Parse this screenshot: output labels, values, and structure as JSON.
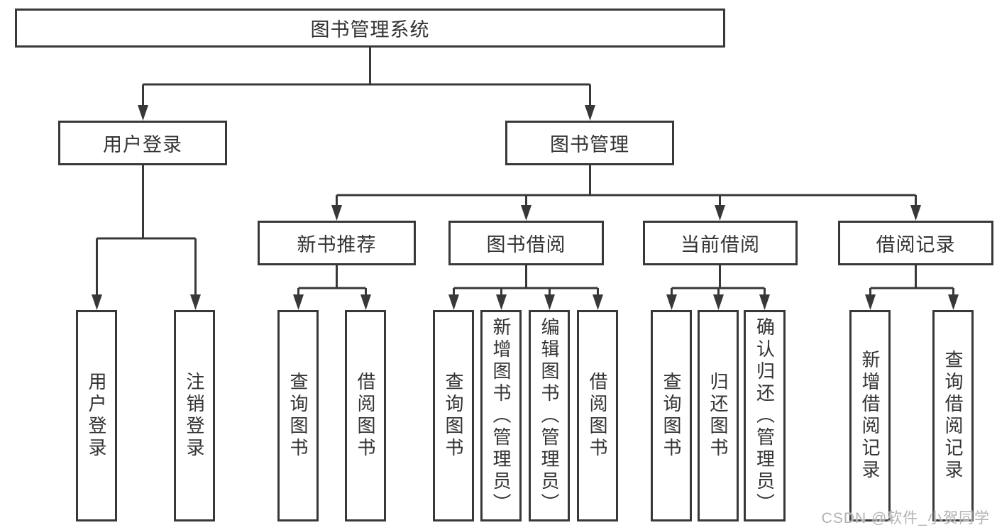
{
  "diagram": {
    "type": "tree",
    "orientation": "top-down",
    "colors": {
      "line": "#383838",
      "text": "#333333",
      "background": "#ffffff",
      "watermark": "#b3b3b3"
    }
  },
  "tree": {
    "label": "图书管理系统",
    "children": [
      {
        "label": "用户登录",
        "children": [
          {
            "label": "用户登录"
          },
          {
            "label": "注销登录"
          }
        ]
      },
      {
        "label": "图书管理",
        "children": [
          {
            "label": "新书推荐",
            "children": [
              {
                "label": "查询图书"
              },
              {
                "label": "借阅图书"
              }
            ]
          },
          {
            "label": "图书借阅",
            "children": [
              {
                "label": "查询图书"
              },
              {
                "label": "新增图书（管理员）"
              },
              {
                "label": "编辑图书（管理员）"
              },
              {
                "label": "借阅图书"
              }
            ]
          },
          {
            "label": "当前借阅",
            "children": [
              {
                "label": "查询图书"
              },
              {
                "label": "归还图书"
              },
              {
                "label": "确认归还（管理员）"
              }
            ]
          },
          {
            "label": "借阅记录",
            "children": [
              {
                "label": "新增借阅记录"
              },
              {
                "label": "查询借阅记录"
              }
            ]
          }
        ]
      }
    ]
  },
  "watermark": {
    "text": "CSDN @软件_小贺同学"
  }
}
